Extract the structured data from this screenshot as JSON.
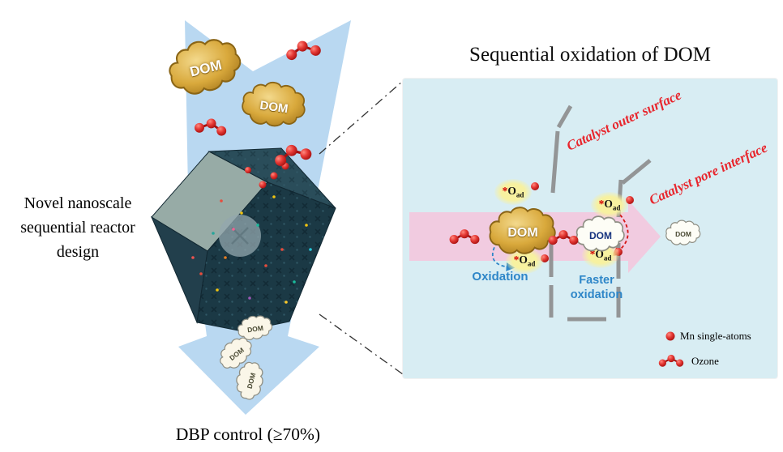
{
  "figure": {
    "left": {
      "design_label": "Novel nanoscale\nsequential reactor\ndesign",
      "dbp_label": "DBP control (≥70%)"
    },
    "cloud_label": "DOM",
    "panel": {
      "title": "Sequential oxidation of DOM",
      "outer_surface_label": "Catalyst outer surface",
      "pore_interface_label": "Catalyst pore interface",
      "oxidation_label": "Oxidation",
      "faster_oxidation_label": "Faster\noxidation",
      "oad_star": "*",
      "oad_symbol": "O",
      "oad_sub": "ad",
      "legend": {
        "mn_label": "Mn single-atoms",
        "ozone_label": "Ozone"
      }
    }
  },
  "colors": {
    "flow_arrow": "#b9d8f1",
    "panel_bg": "#d8edf3",
    "pink_arrow": "#f2c9de",
    "red_label": "#e8262d",
    "blue_label": "#2e86c8",
    "ozone_red": "#d41414",
    "mn_pink": "#d81b60",
    "gold_edge": "#8a6516",
    "crystal_dark": "#1b3945",
    "crystal_mid": "#2a4d5a",
    "crystal_light": "#97aba6"
  }
}
